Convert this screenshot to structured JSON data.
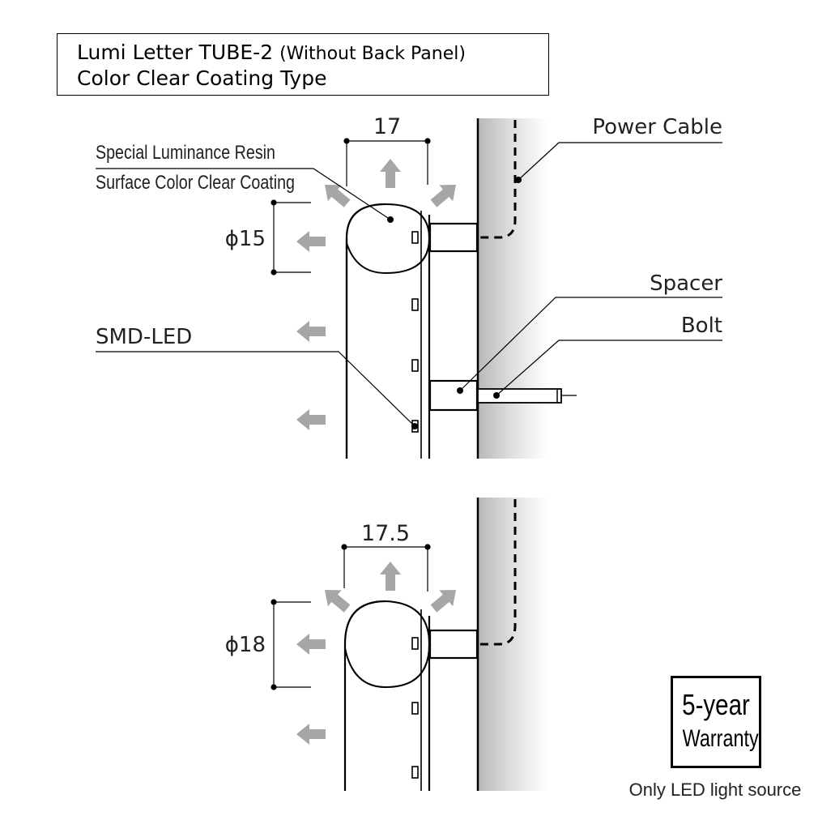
{
  "title": {
    "line1_main": "Lumi Letter TUBE-2",
    "line1_sub": "(Without Back Panel)",
    "line2": "Color Clear Coating Type"
  },
  "upper_diagram": {
    "width_dim": "17",
    "diameter_dim": "ϕ15",
    "labels": {
      "resin": "Special Luminance Resin",
      "coating": "Surface Color Clear Coating",
      "smd_led": "SMD-LED",
      "power_cable": "Power Cable",
      "spacer": "Spacer",
      "bolt": "Bolt"
    }
  },
  "lower_diagram": {
    "width_dim": "17.5",
    "diameter_dim": "ϕ18"
  },
  "warranty": {
    "line1": "5-year",
    "line2": "Warranty",
    "note": "Only LED light source"
  },
  "colors": {
    "arrow": "#a6a6a6",
    "wall_dark": "#b8b8b8",
    "line": "#000000"
  }
}
